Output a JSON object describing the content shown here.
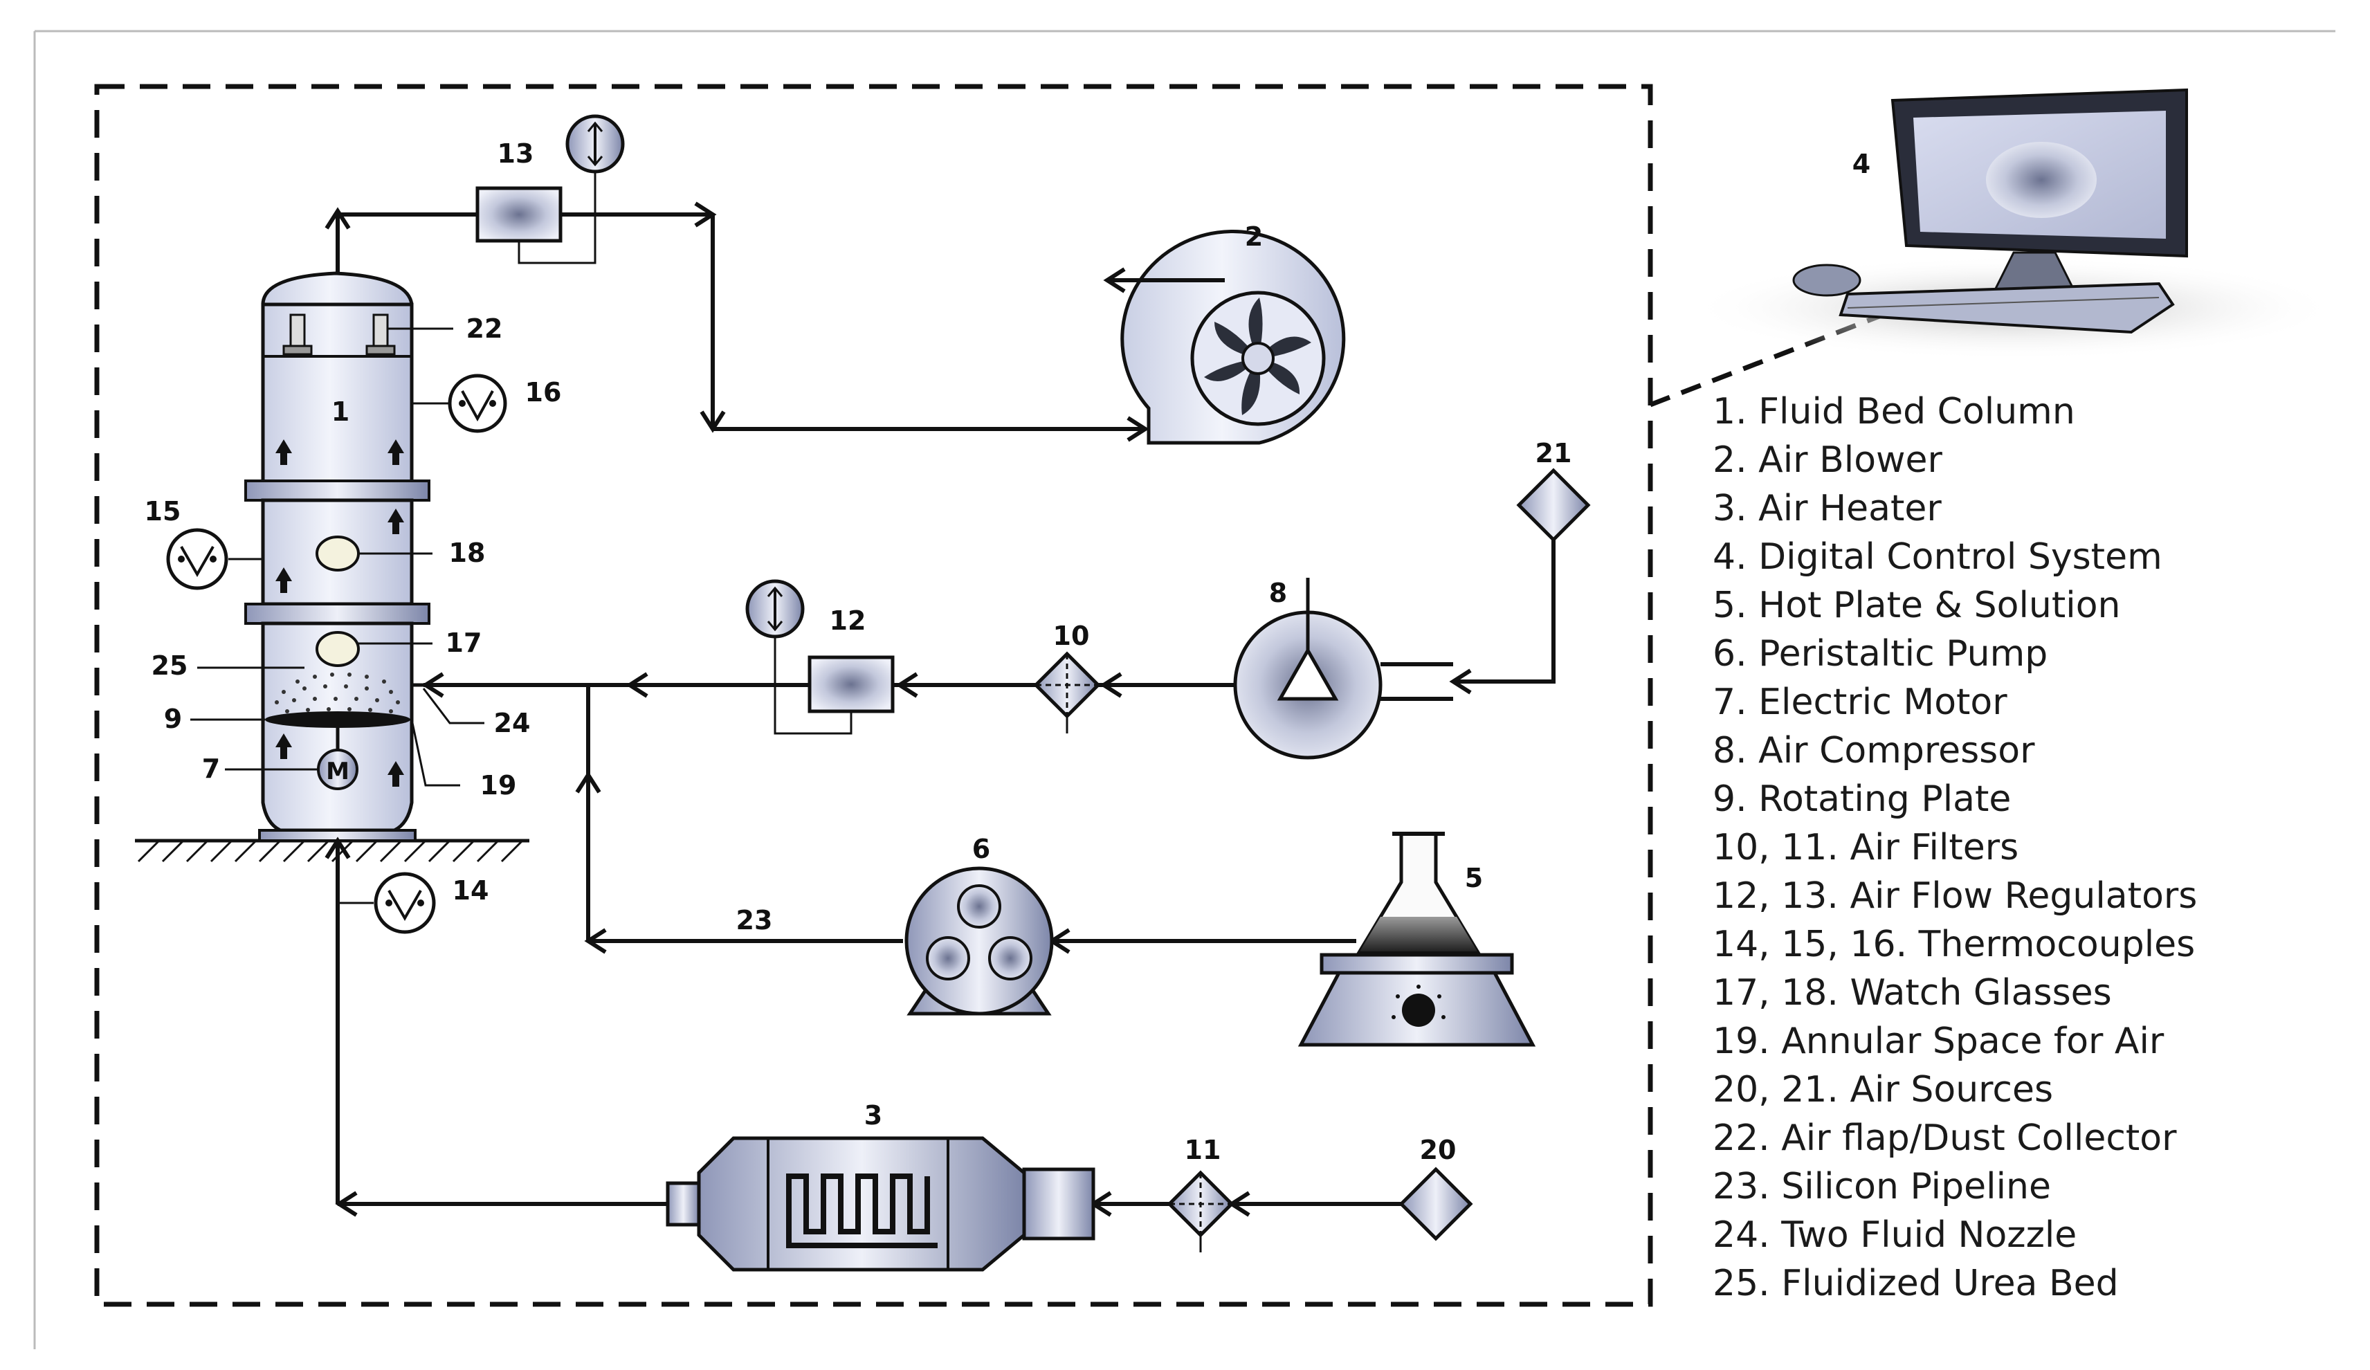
{
  "labels": {
    "n1": "1",
    "n2": "2",
    "n3": "3",
    "n4": "4",
    "n5": "5",
    "n6": "6",
    "n7": "7",
    "n8": "8",
    "n9": "9",
    "n10": "10",
    "n11": "11",
    "n12": "12",
    "n13": "13",
    "n14": "14",
    "n15": "15",
    "n16": "16",
    "n17": "17",
    "n18": "18",
    "n19": "19",
    "n20": "20",
    "n21": "21",
    "n22": "22",
    "n23": "23",
    "n24": "24",
    "n25": "25",
    "motor": "M"
  },
  "legend": [
    "1. Fluid Bed Column",
    "2. Air Blower",
    "3. Air Heater",
    "4. Digital Control System",
    "5. Hot Plate & Solution",
    "6. Peristaltic Pump",
    "7. Electric Motor",
    "8. Air Compressor",
    "9. Rotating Plate",
    "10, 11. Air Filters",
    "12, 13. Air Flow Regulators",
    "14, 15, 16. Thermocouples",
    "17, 18. Watch Glasses",
    "19. Annular Space for Air",
    "20, 21. Air Sources",
    "22. Air flap/Dust Collector",
    "23. Silicon Pipeline",
    "24. Two Fluid Nozzle",
    "25. Fluidized Urea Bed"
  ],
  "colors": {
    "equipment_light": "#eef1fa",
    "equipment_dark": "#8a93b5",
    "line": "#111111"
  }
}
